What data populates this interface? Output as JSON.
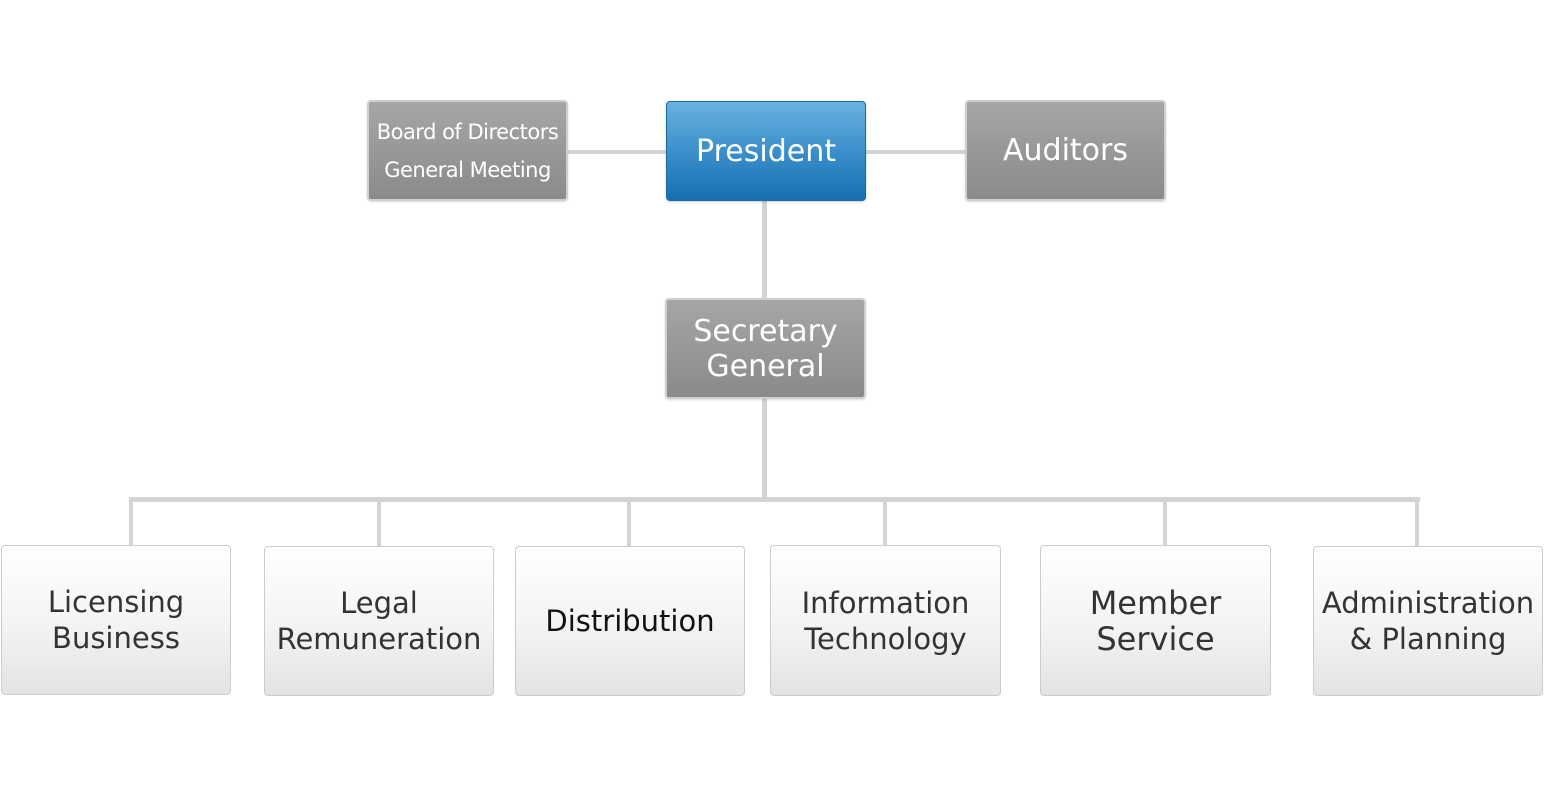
{
  "chart": {
    "top_row": {
      "board": [
        "Board of Directors",
        "General Meeting"
      ],
      "president": "President",
      "auditors": "Auditors"
    },
    "secretary_general": [
      "Secretary",
      "General"
    ],
    "departments": [
      {
        "line1": "Licensing",
        "line2": "Business"
      },
      {
        "line1": "Legal",
        "line2": "Remuneration"
      },
      {
        "line1": "Distribution",
        "line2": ""
      },
      {
        "line1": "Information",
        "line2": "Technology"
      },
      {
        "line1": "Member",
        "line2": "Service"
      },
      {
        "line1": "Administration",
        "line2": "& Planning"
      }
    ]
  },
  "colors": {
    "president_fill": "#3b8fcb",
    "gray_box_fill": "#999999",
    "department_fill": "#f3f3f3",
    "connector": "#d4d4d4"
  }
}
